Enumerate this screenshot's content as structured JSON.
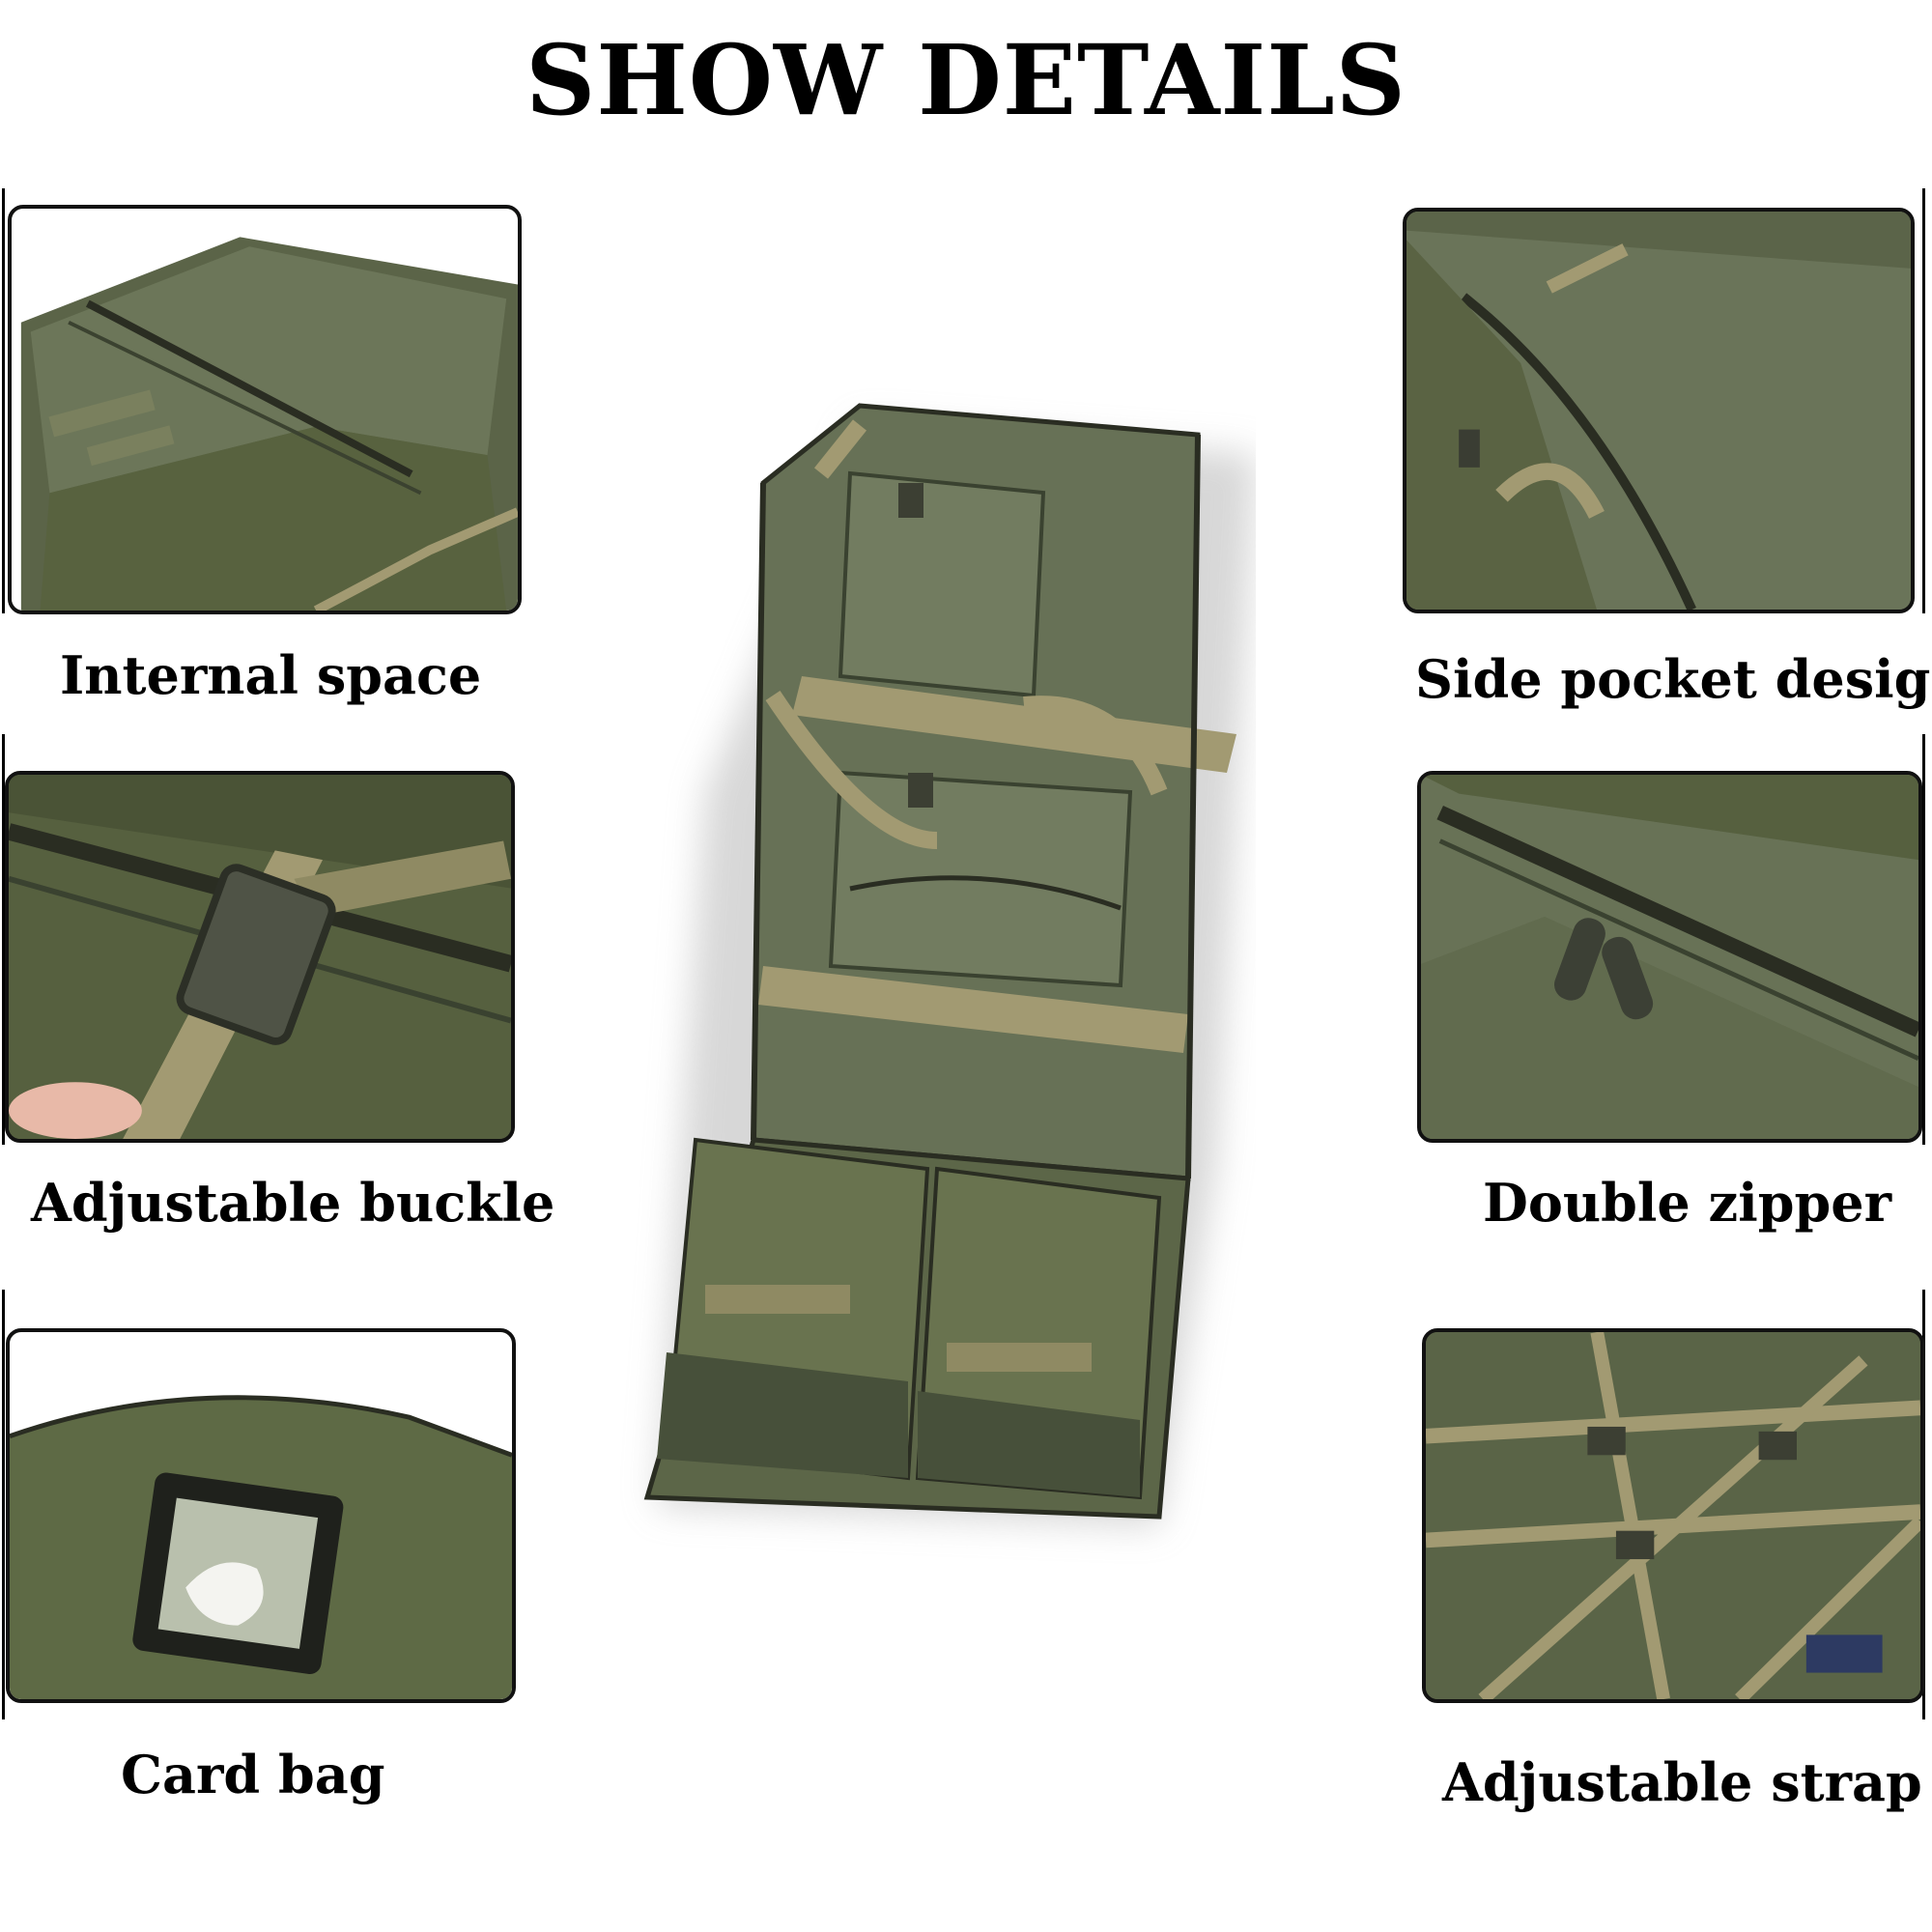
{
  "title": "SHOW DETAILS",
  "details": [
    {
      "label": "Internal space",
      "icon": "bag-interior-icon"
    },
    {
      "label": "Side pocket design",
      "icon": "side-pocket-icon"
    },
    {
      "label": "Adjustable buckle",
      "icon": "buckle-icon"
    },
    {
      "label": "Double zipper",
      "icon": "zipper-icon"
    },
    {
      "label": "Card bag",
      "icon": "card-window-icon"
    },
    {
      "label": "Adjustable strap",
      "icon": "strap-icon"
    }
  ],
  "colors": {
    "fabric": "#5f6a4d",
    "fabric_dark": "#49523a",
    "strap": "#a29a72",
    "zipper": "#2a2d22"
  }
}
